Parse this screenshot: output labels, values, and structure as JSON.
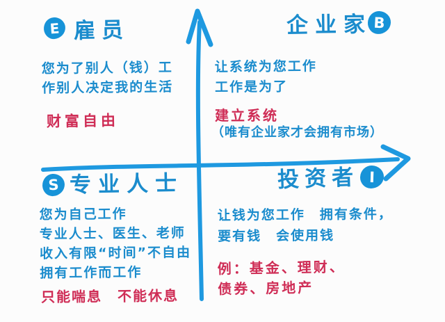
{
  "colors": {
    "bg": "#fcfcfc",
    "blue_axis": "#1e99e0",
    "blue_text": "#1b8ccd",
    "badge": "#1793d8",
    "red": "#cf2d56"
  },
  "quadrants": {
    "employee": {
      "badge": "E",
      "title": "雇员",
      "blue_lines": [
        "您为了别人（钱）工",
        "作别人决定我的生活"
      ],
      "red_lines": [
        "财富自由"
      ]
    },
    "business_owner": {
      "badge": "B",
      "title": "企业家",
      "blue_lines": [
        "让系统为您工作",
        "工作是为了"
      ],
      "red_lines": [
        "建立系统"
      ],
      "note": "（唯有企业家才会拥有市场）"
    },
    "self_employed": {
      "badge": "S",
      "title": "专业人士",
      "blue_lines": [
        "您为自己工作",
        "专业人士、医生、老师",
        "收入有限“时间”不自由",
        "拥有工作而工作"
      ],
      "red_lines": [
        "只能喘息　不能休息"
      ]
    },
    "investor": {
      "badge": "I",
      "title": "投资者",
      "blue_lines": [
        "让钱为您工作　拥有条件，",
        "要有钱　会使用钱"
      ],
      "red_lines": [
        "例：基金、理财、",
        "债券、房地产"
      ]
    }
  }
}
